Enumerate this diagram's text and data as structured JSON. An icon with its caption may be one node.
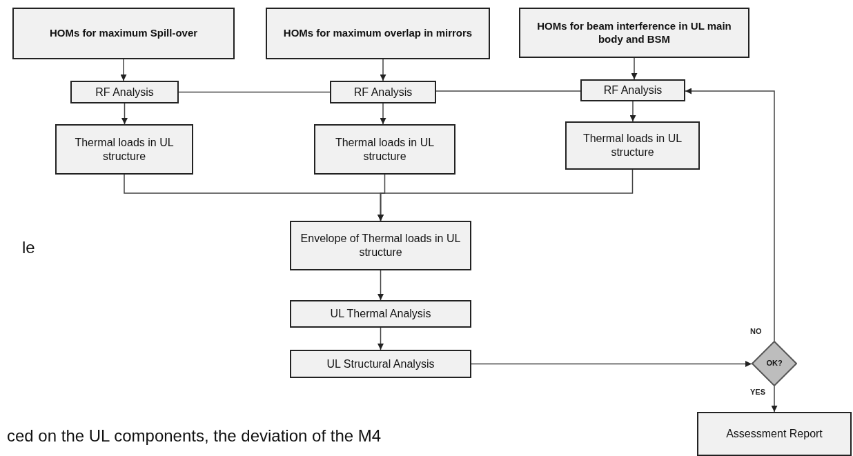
{
  "diagram": {
    "nodes": [
      {
        "text": [
          "HOMs for maximum Spill-over"
        ]
      },
      {
        "text": [
          "HOMs for maximum overlap in mirrors"
        ]
      },
      {
        "text": [
          "HOMs for beam interference in UL main body and BSM"
        ]
      },
      {
        "text": [
          "RF Analysis"
        ]
      },
      {
        "text": [
          "RF Analysis"
        ]
      },
      {
        "text": [
          "RF Analysis"
        ]
      },
      {
        "text": [
          "Thermal loads in UL structure"
        ]
      },
      {
        "text": [
          "Thermal loads in UL structure"
        ]
      },
      {
        "text": [
          "Thermal loads in UL structure"
        ]
      },
      {
        "text": [
          "Envelope of Thermal loads in UL structure"
        ]
      },
      {
        "text": [
          "UL Thermal Analysis"
        ]
      },
      {
        "text": [
          "UL Structural Analysis"
        ]
      },
      {
        "text": [
          "OK?"
        ]
      },
      {
        "text": [
          "Assessment Report"
        ]
      }
    ],
    "edges": [
      {
        "from": 0,
        "to": 3,
        "arrow": "to"
      },
      {
        "from": 1,
        "to": 4,
        "arrow": "to"
      },
      {
        "from": 2,
        "to": 5,
        "arrow": "to"
      },
      {
        "from": 3,
        "to": 4,
        "arrow": "none"
      },
      {
        "from": 4,
        "to": 5,
        "arrow": "none"
      },
      {
        "from": 3,
        "to": 6,
        "arrow": "to"
      },
      {
        "from": 4,
        "to": 7,
        "arrow": "to"
      },
      {
        "from": 5,
        "to": 8,
        "arrow": "to"
      },
      {
        "from": 6,
        "to": 9,
        "arrow": "to"
      },
      {
        "from": 7,
        "to": 9,
        "arrow": "to"
      },
      {
        "from": 8,
        "to": 9,
        "arrow": "to"
      },
      {
        "from": 9,
        "to": 10,
        "arrow": "to"
      },
      {
        "from": 10,
        "to": 11,
        "arrow": "to"
      },
      {
        "from": 11,
        "to": 12,
        "arrow": "to"
      },
      {
        "from": 12,
        "to": 5,
        "arrow": "to",
        "label": "NO"
      },
      {
        "from": 12,
        "to": 13,
        "arrow": "to",
        "label": "YES"
      }
    ],
    "labels": [
      "le",
      "ced on the UL components, the deviation of the M4"
    ]
  }
}
